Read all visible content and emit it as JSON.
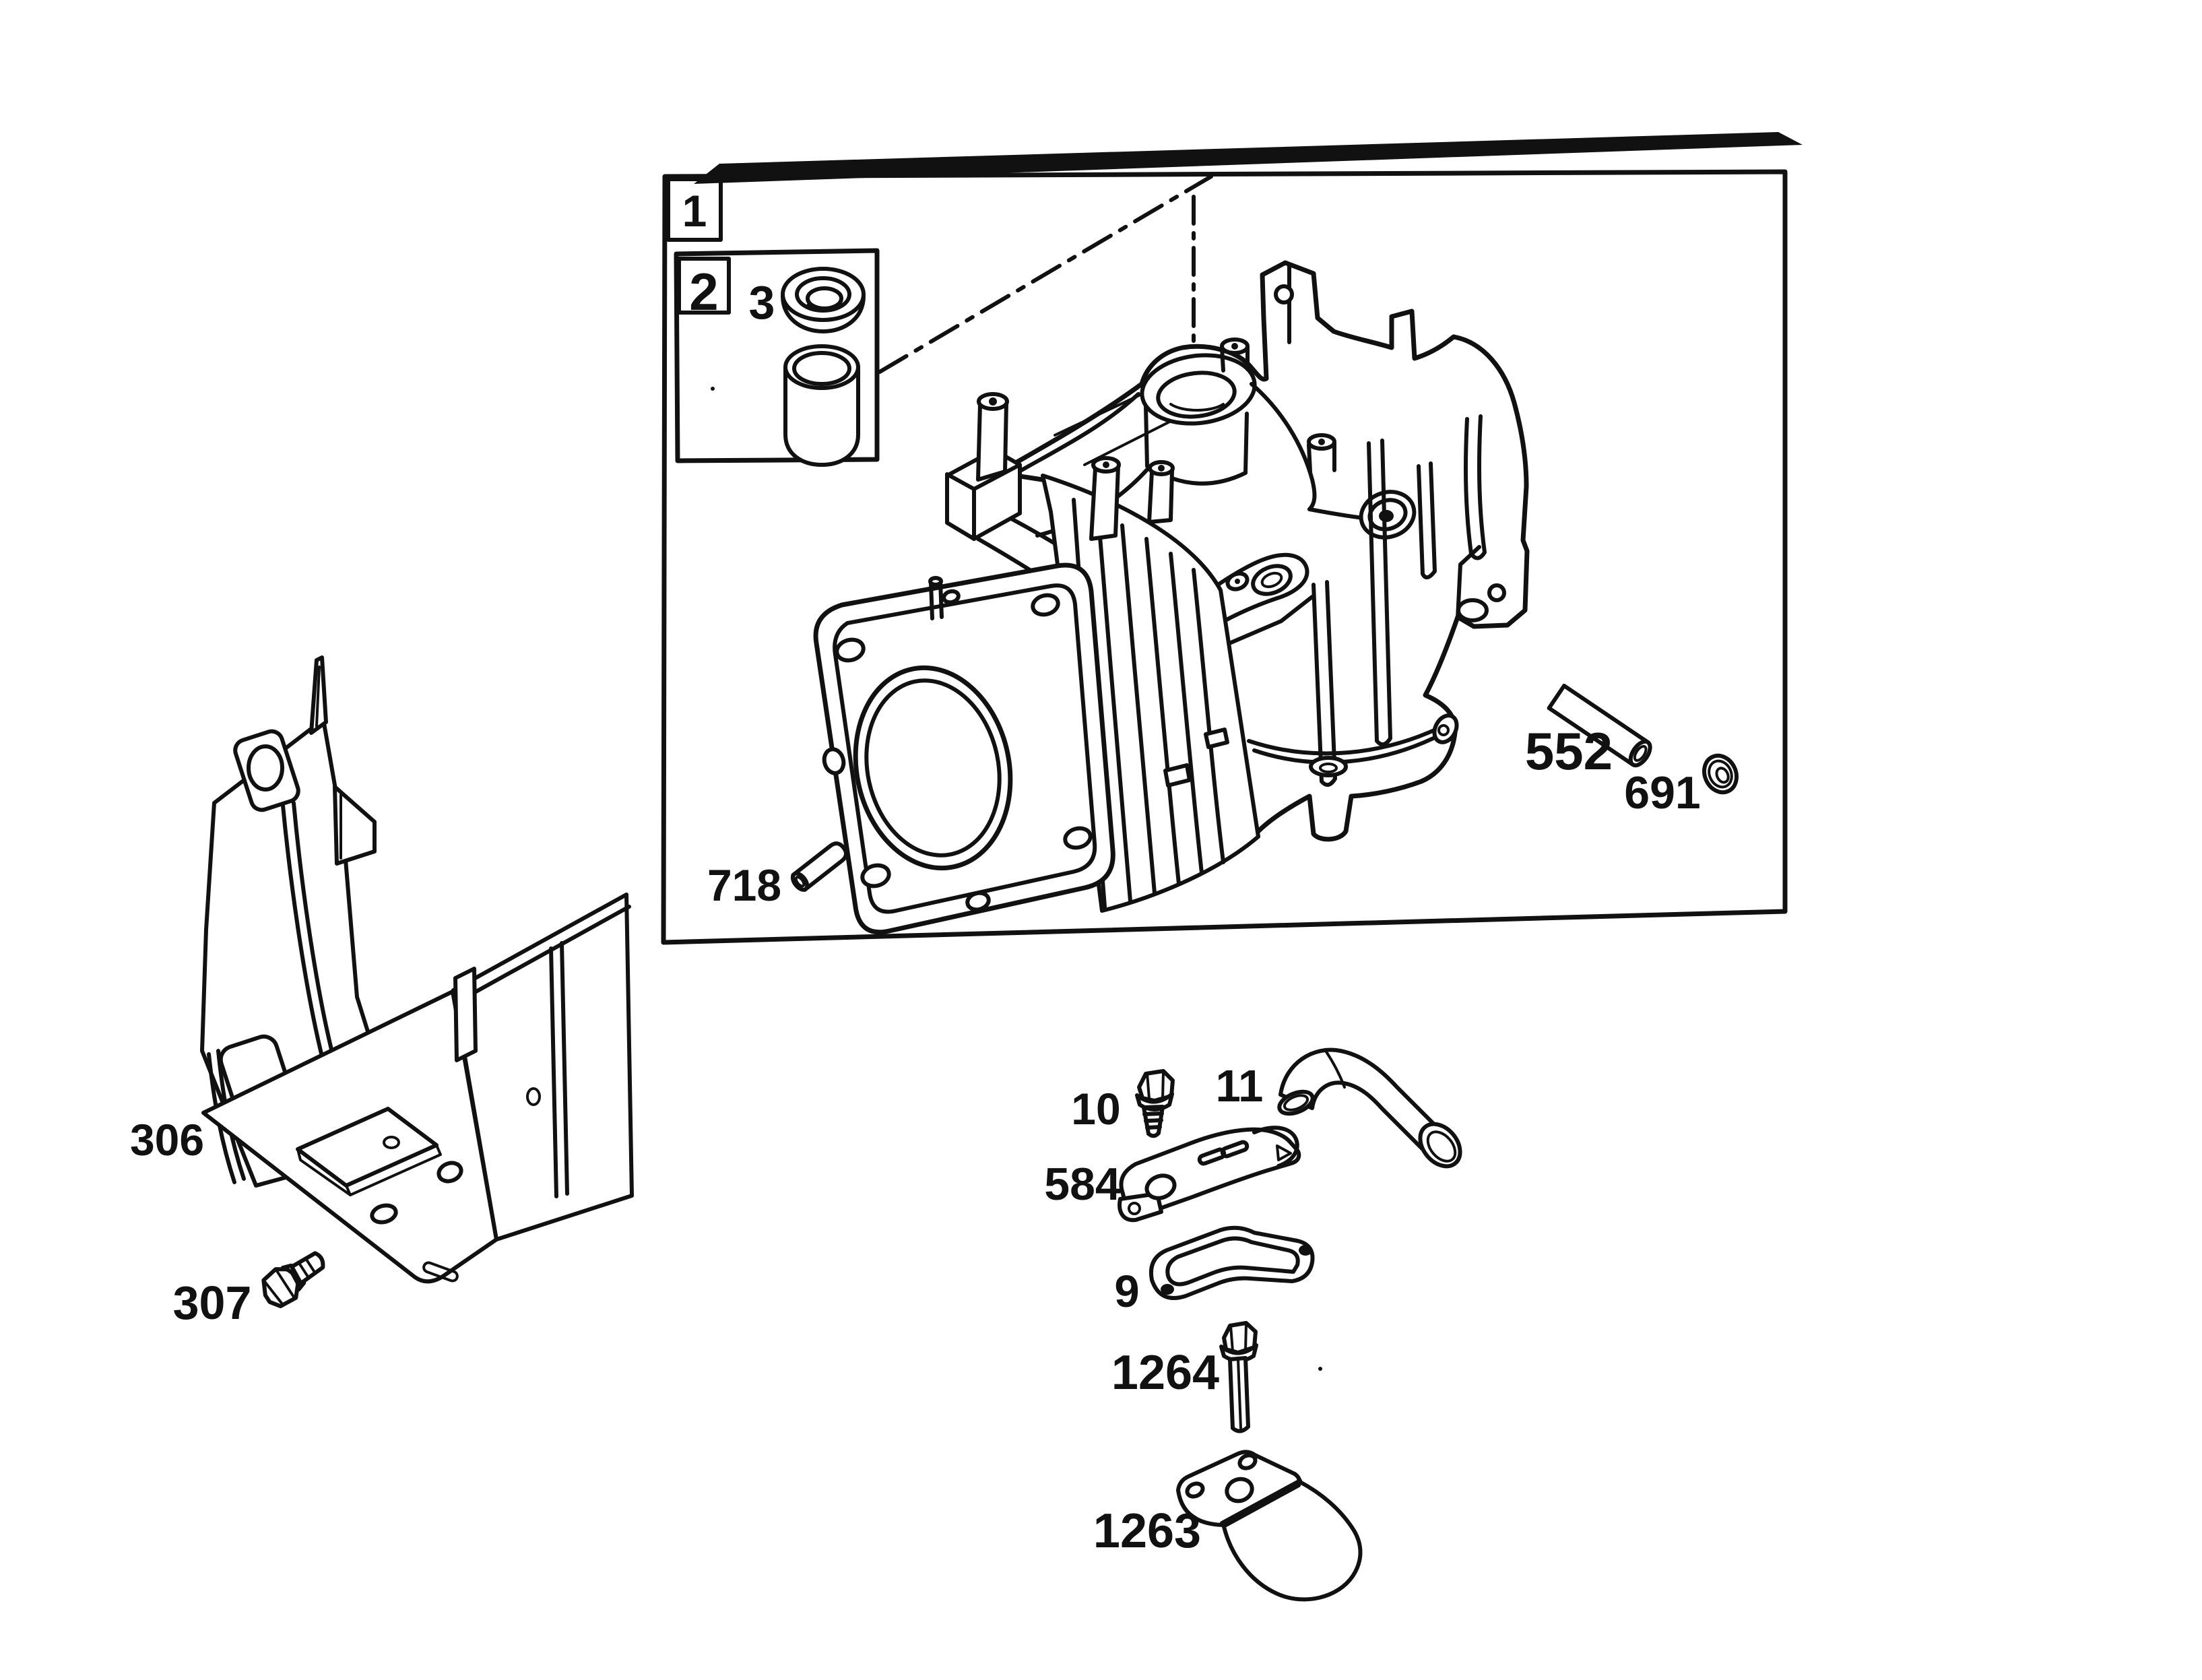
{
  "page": {
    "background": "#ffffff",
    "ink": "#111111"
  },
  "figure": {
    "main_box_label": "1",
    "inset_box_label": "2",
    "inset_item_label": "3",
    "callouts": {
      "pin": "718",
      "dowel_pin": "552",
      "washer": "691",
      "screw": "10",
      "breather_tube": "11",
      "breather_cover": "584",
      "gasket": "9",
      "long_screw": "1264",
      "cover_plate": "1263",
      "shield": "306",
      "shield_screw": "307"
    }
  }
}
